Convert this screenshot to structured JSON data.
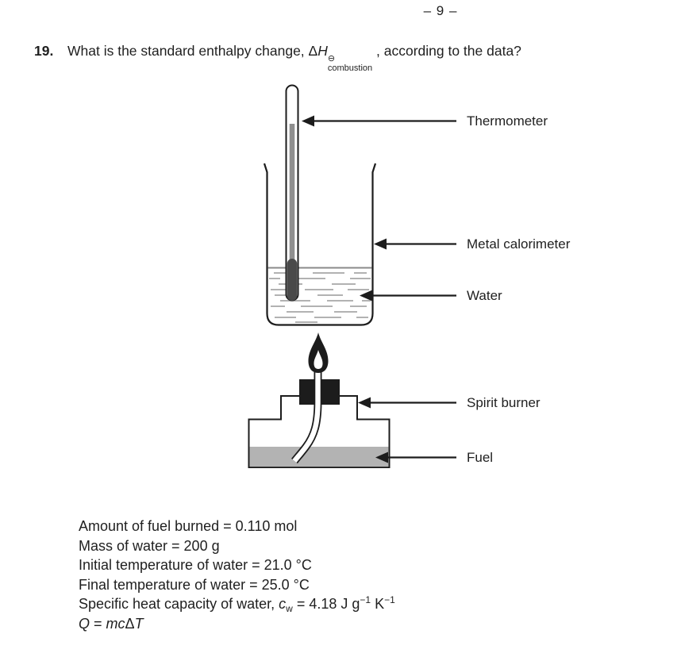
{
  "page": {
    "number": "– 9 –"
  },
  "question": {
    "number": "19.",
    "text_before": "What is the standard enthalpy change, ",
    "delta": "Δ",
    "h": "H",
    "superscript": "⊖",
    "subscript": "combustion",
    "text_after": " , according to the data?"
  },
  "diagram": {
    "labels": {
      "thermometer": "Thermometer",
      "calorimeter": "Metal calorimeter",
      "water": "Water",
      "burner": "Spirit burner",
      "fuel": "Fuel"
    },
    "colors": {
      "outline": "#1c1c1c",
      "mercury": "#8f8f8f",
      "bulb": "#4a4a4a",
      "fuel_fill": "#b3b3b3",
      "water_dash": "#a8a8a8"
    }
  },
  "data_section": {
    "amount": "Amount of fuel burned = 0.110 mol",
    "mass": "Mass of water = 200 g",
    "initial_temp": "Initial temperature of water = 21.0 °C",
    "final_temp": "Final temperature of water = 25.0 °C",
    "shc_prefix": "Specific heat capacity of water, ",
    "shc_symbol": "c",
    "shc_sub": "w",
    "shc_mid": " = 4.18 J g",
    "shc_sup1": "−1",
    "shc_k": " K",
    "shc_sup2": "−1",
    "formula_q": "Q",
    "formula_eq": " = ",
    "formula_mc": "mc",
    "formula_delta": "Δ",
    "formula_t": "T"
  }
}
